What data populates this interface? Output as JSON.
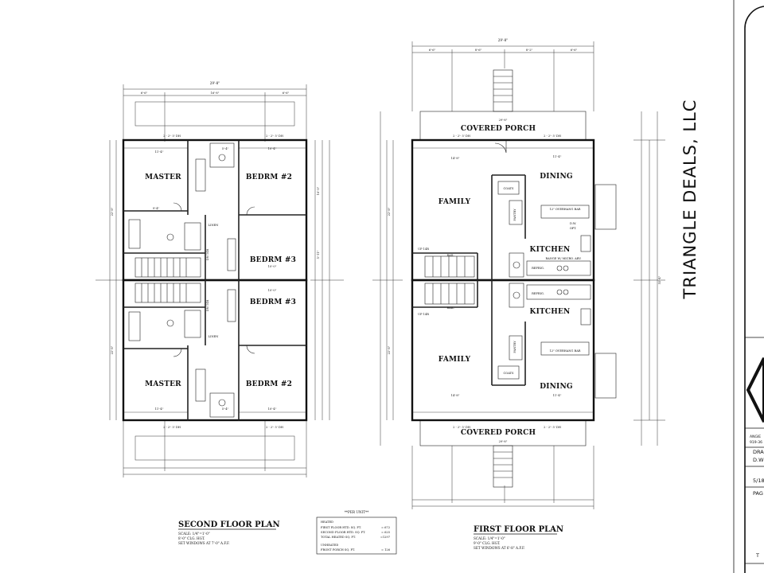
{
  "second_floor": {
    "title": "SECOND FLOOR PLAN",
    "notes": [
      "SCALE: 1/4\"=1'-0\"",
      "8'-0\" CLG. HGT.",
      "SET WINDOWS AT 7'-0\" A.F.F."
    ],
    "overall_width": "29'-8\"",
    "top_dims": [
      "6'-6\"",
      "16'-8\"",
      "6'-6\""
    ],
    "rooms": {
      "master_top": "MASTER",
      "bedrm2_top": "BEDRM #2",
      "bedrm3_top": "BEDRM #3",
      "bedrm3_bot": "BEDRM #3",
      "master_bot": "MASTER",
      "bedrm2_bot": "BEDRM #2"
    },
    "window_labels": [
      "2 - 2'- 5' DH",
      "2 - 2'- 5' DH",
      "2 - 2'- 5' DH",
      "2 - 2'- 5' DH"
    ],
    "labels": [
      "11'-4\"",
      "10'-4\"",
      "5'-4\"",
      "9'-4\"",
      "10'-0\"",
      "10'-0\"",
      "11'-4\"",
      "10'-4\"",
      "5'-4\"",
      "22'-8\"",
      "22'-8\"",
      "16'-9\"",
      "5'-11\"",
      "DN 14R",
      "DN 14R",
      "LINEN",
      "LINEN"
    ]
  },
  "first_floor": {
    "title": "FIRST FLOOR PLAN",
    "notes": [
      "SCALE: 1/4\"=1'-0\"",
      "9'-0\" CLG. HGT.",
      "SET WINDOWS AT 6'-8\" A.F.F."
    ],
    "overall_width": "29'-8\"",
    "top_dims": [
      "6'-6\"",
      "8'-6\"",
      "8'-2\"",
      "6'-6\""
    ],
    "rooms": {
      "porch_top": "COVERED PORCH",
      "family_top": "FAMILY",
      "dining_top": "DINING",
      "kitchen_top": "KITCHEN",
      "kitchen_bot": "KITCHEN",
      "family_bot": "FAMILY",
      "dining_bot": "DINING",
      "porch_bot": "COVERED PORCH"
    },
    "fixtures": [
      "PANTRY",
      "PANTRY",
      "12\" OVERHANG BAR",
      "12\" OVERHANG BAR",
      "D.W.",
      "OPT.",
      "REFRIG.",
      "REFRIG.",
      "RANGE W/ MICRO. ABV.",
      "COATS",
      "COATS",
      "UP 14R",
      "UP 14R",
      "RAIL",
      "RAIL"
    ],
    "window_labels": [
      "2 - 2'- 5' DH",
      "2 - 2'- 5' DH",
      "2 - 2'- 5' DH",
      "2 - 2'- 5' DH"
    ],
    "labels": [
      "14'-8\"",
      "11'-4\"",
      "14'-8\"",
      "11'-4\"",
      "29'-8\"",
      "29'-8\"",
      "22'-8\"",
      "22'-8\"",
      "55'-4\""
    ]
  },
  "area_box": {
    "heading": "**PER UNIT**",
    "heated_label": "HEATED",
    "rows": [
      {
        "label": "FIRST FLOOR HTD. SQ. FT.",
        "value": "= 672"
      },
      {
        "label": "SECOND FLOOR HTD. SQ. FT.",
        "value": "= 625"
      },
      {
        "label": "TOTAL HEATED SQ. FT.",
        "value": "=1297"
      }
    ],
    "unheated_label": "UNHEATED",
    "unheated_rows": [
      {
        "label": "FRONT PORCH SQ. FT.",
        "value": "= 126"
      }
    ]
  },
  "title_block": {
    "company": "TRIANGLE DEALS, LLC",
    "contact_name": "ANGIE",
    "phone": "919-36",
    "drawn_label": "DRA",
    "drawn_value": "D.W",
    "date_value": "5/18",
    "page_label": "PAG",
    "bottom": "T"
  }
}
